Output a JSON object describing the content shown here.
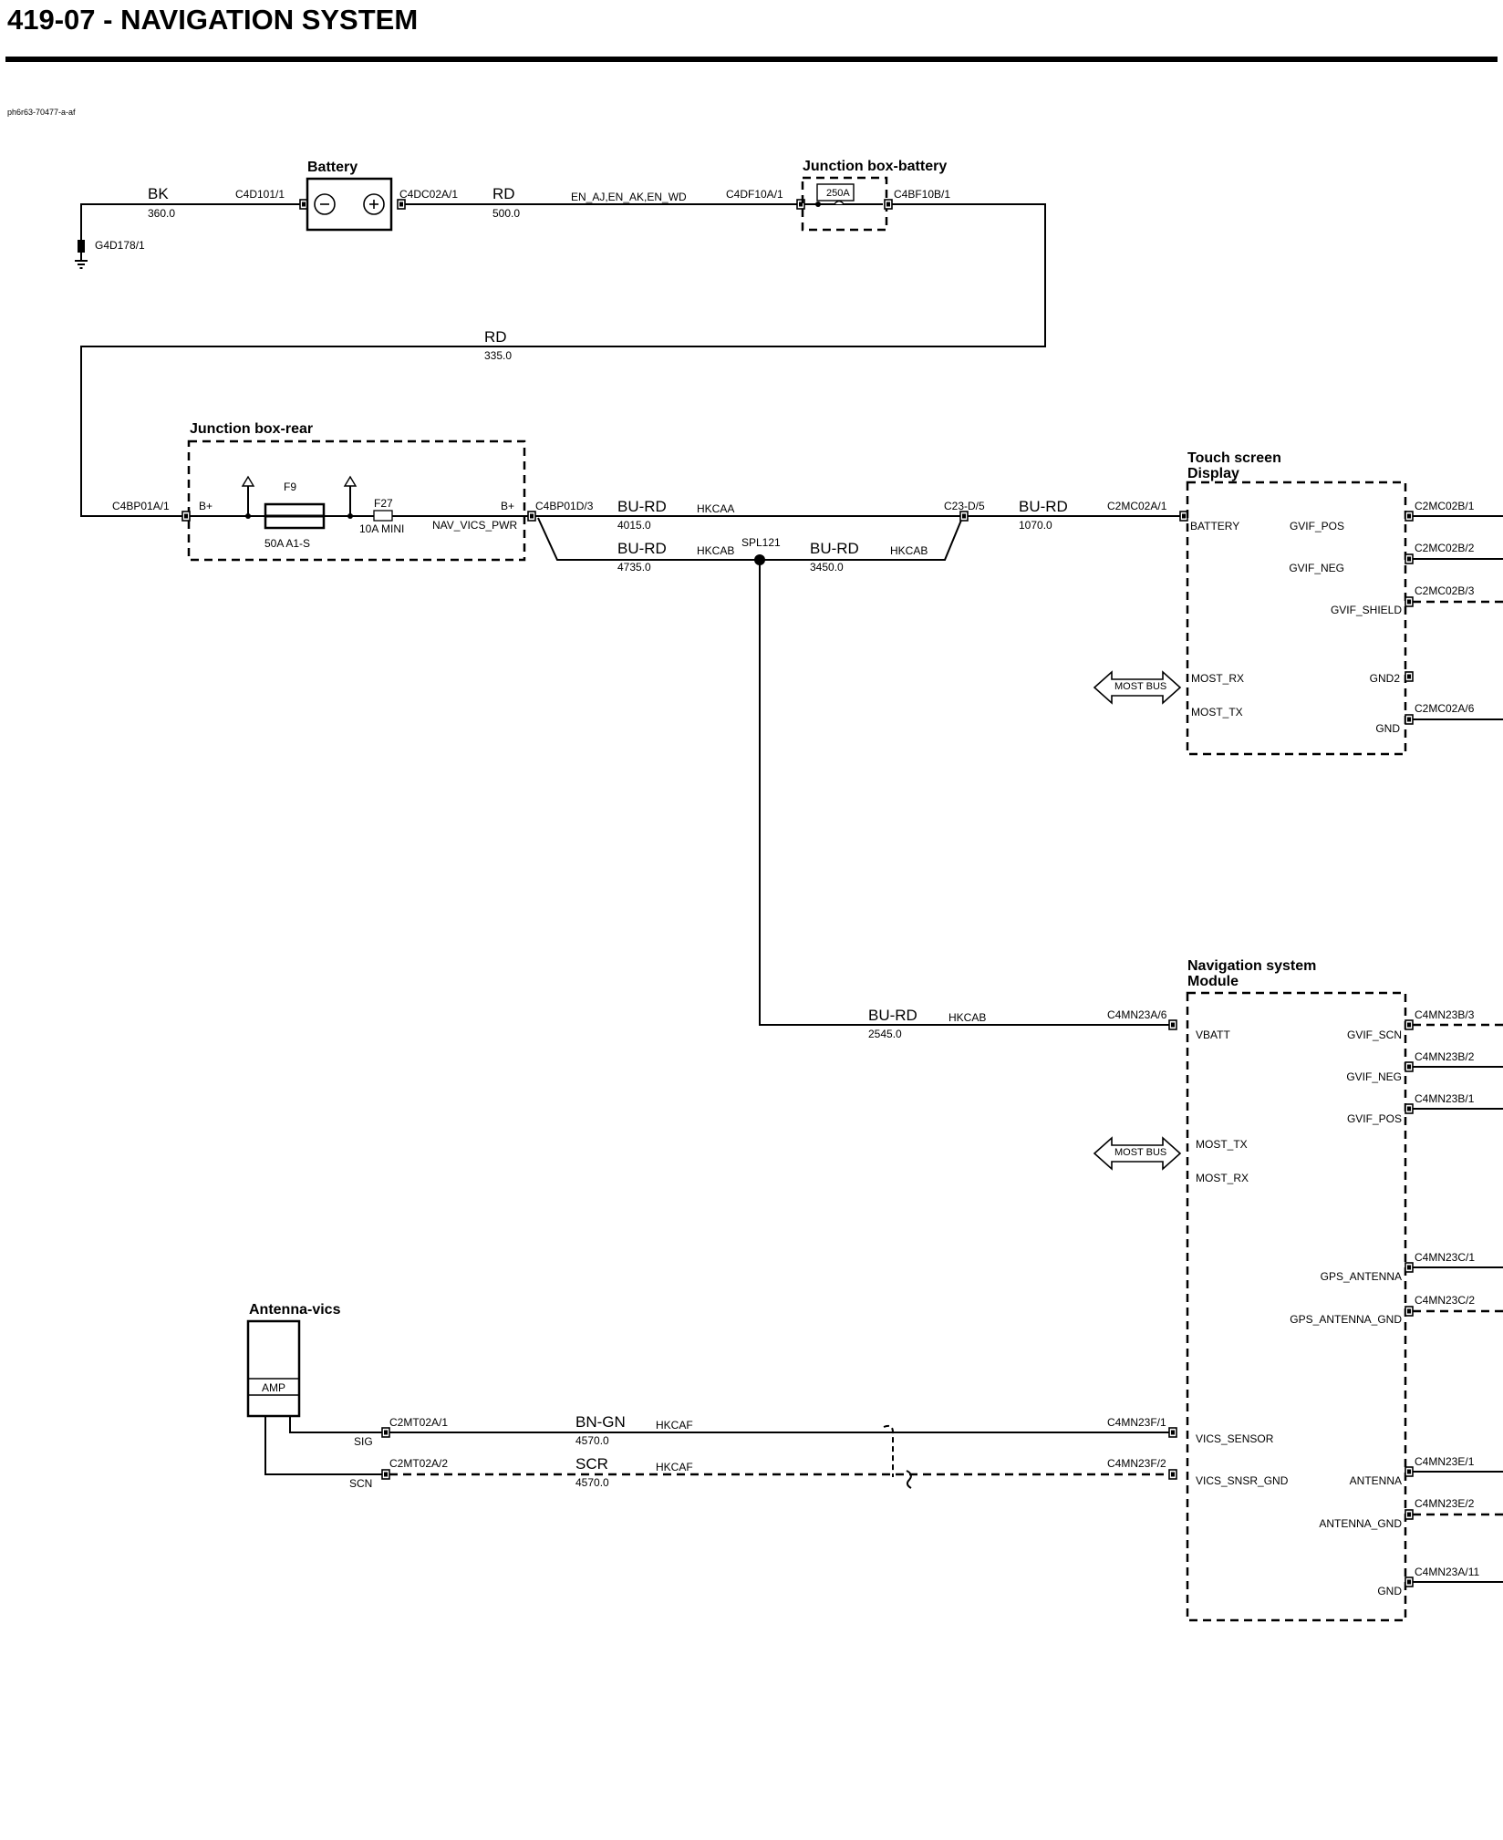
{
  "page": {
    "title": "419-07 - NAVIGATION SYSTEM",
    "doc_ref": "ph6r63-70477-a-af"
  },
  "components": {
    "battery": "Battery",
    "junction_box_battery": "Junction box-battery",
    "junction_box_rear": "Junction box-rear",
    "touch_screen_line1": "Touch screen",
    "touch_screen_line2": "Display",
    "nav_module_line1": "Navigation system",
    "nav_module_line2": "Module",
    "antenna": "Antenna-vics",
    "amp": "AMP"
  },
  "connectors": {
    "c4d101": "C4D101/1",
    "c4dc02a": "C4DC02A/1",
    "c4df10a": "C4DF10A/1",
    "c4bf10b": "C4BF10B/1",
    "g4d178": "G4D178/1",
    "c4bp01a": "C4BP01A/1",
    "c4bp01d": "C4BP01D/3",
    "c23d": "C23-D/5",
    "c2mc02a1": "C2MC02A/1",
    "c2mc02b1": "C2MC02B/1",
    "c2mc02b2": "C2MC02B/2",
    "c2mc02b3": "C2MC02B/3",
    "c2mc02a6": "C2MC02A/6",
    "c4mn23a6": "C4MN23A/6",
    "c4mn23b3": "C4MN23B/3",
    "c4mn23b2": "C4MN23B/2",
    "c4mn23b1": "C4MN23B/1",
    "c4mn23c1": "C4MN23C/1",
    "c4mn23c2": "C4MN23C/2",
    "c4mn23f1": "C4MN23F/1",
    "c4mn23f2": "C4MN23F/2",
    "c4mn23e1": "C4MN23E/1",
    "c4mn23e2": "C4MN23E/2",
    "c4mn23a11": "C4MN23A/11",
    "c2mt02a1": "C2MT02A/1",
    "c2mt02a2": "C2MT02A/2",
    "spl121": "SPL121"
  },
  "wires": {
    "bk": "BK",
    "bk_len": "360.0",
    "rd1": "RD",
    "rd1_len": "500.0",
    "circuit_top": "EN_AJ,EN_AK,EN_WD",
    "rd2": "RD",
    "rd2_len": "335.0",
    "burd1": "BU-RD",
    "burd1_len": "4015.0",
    "hkcaa": "HKCAA",
    "burd2": "BU-RD",
    "burd2_len": "4735.0",
    "hkcab1": "HKCAB",
    "burd3": "BU-RD",
    "burd3_len": "3450.0",
    "hkcab2": "HKCAB",
    "burd4": "BU-RD",
    "burd4_len": "1070.0",
    "burd5": "BU-RD",
    "burd5_len": "2545.0",
    "hkcab3": "HKCAB",
    "bngn": "BN-GN",
    "bngn_len": "4570.0",
    "hkcaf1": "HKCAF",
    "scr": "SCR",
    "scr_len": "4570.0",
    "hkcaf2": "HKCAF"
  },
  "fuses": {
    "f250": "250A",
    "f9": "F9",
    "f9_rating": "50A A1-S",
    "f27": "F27",
    "f27_rating": "10A MINI"
  },
  "pins": {
    "bplus_left": "B+",
    "bplus_right": "B+",
    "nav_vics_pwr": "NAV_VICS_PWR",
    "battery": "BATTERY",
    "most_rx_1": "MOST_RX",
    "most_tx_1": "MOST_TX",
    "gvif_pos_1": "GVIF_POS",
    "gvif_neg_1": "GVIF_NEG",
    "gvif_shield": "GVIF_SHIELD",
    "gnd2": "GND2",
    "gnd_1": "GND",
    "vbatt": "VBATT",
    "most_tx_2": "MOST_TX",
    "most_rx_2": "MOST_RX",
    "gvif_scn": "GVIF_SCN",
    "gvif_neg_2": "GVIF_NEG",
    "gvif_pos_2": "GVIF_POS",
    "gps_antenna": "GPS_ANTENNA",
    "gps_antenna_gnd": "GPS_ANTENNA_GND",
    "vics_sensor": "VICS_SENSOR",
    "vics_snsr_gnd": "VICS_SNSR_GND",
    "antenna": "ANTENNA",
    "antenna_gnd": "ANTENNA_GND",
    "gnd_2": "GND",
    "sig": "SIG",
    "scn": "SCN"
  },
  "buses": {
    "most_bus_1": "MOST BUS",
    "most_bus_2": "MOST BUS"
  }
}
